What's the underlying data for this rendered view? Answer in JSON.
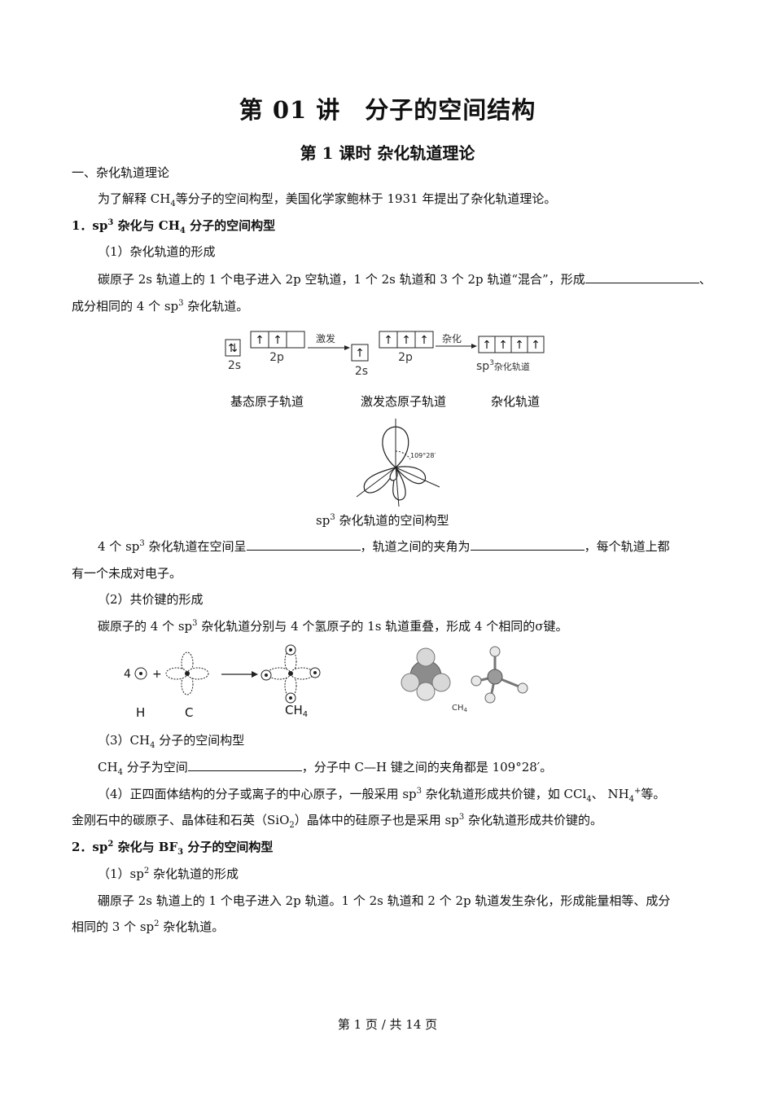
{
  "title": "第 01 讲　分子的空间结构",
  "subtitle": "第 1 课时  杂化轨道理论",
  "section1": "一、杂化轨道理论",
  "intro": {
    "a": "为了解释 CH",
    "b": "4",
    "c": "等分子的空间构型，美国化学家鲍林于 1931 年提出了杂化轨道理论。"
  },
  "h1": {
    "a": "1．sp",
    "b": "3",
    "c": " 杂化与 CH",
    "d": "4",
    "e": " 分子的空间构型"
  },
  "sub1": "（1）杂化轨道的形成",
  "p1": {
    "a": "碳原子 2s 轨道上的 1 个电子进入 2p 空轨道，1 个 2s 轨道和 3 个 2p 轨道“混合”，形成",
    "b": "、",
    "c": "成分相同的 4 个 sp",
    "d": "3",
    "e": " 杂化轨道。"
  },
  "orbital_diagram": {
    "arrow_up": "↑",
    "paired": "⇅",
    "label_2s": "2s",
    "label_2p": "2p",
    "label_sp3": "sp",
    "label_sp3_sup": "3",
    "label_sp3_suffix": "杂化轨道",
    "excite": "激发",
    "hybrid": "杂化",
    "captions": [
      "基态原子轨道",
      "激发态原子轨道",
      "杂化轨道"
    ]
  },
  "angle_label": "109°28′",
  "fig1_caption": {
    "a": "sp",
    "b": "3",
    "c": " 杂化轨道的空间构型"
  },
  "p2": {
    "a": "4 个 sp",
    "b": "3",
    "c": " 杂化轨道在空间呈",
    "d": "，轨道之间的夹角为",
    "e": "，每个轨道上都",
    "f": "有一个未成对电子。"
  },
  "sub2": "（2）共价键的形成",
  "p3": {
    "a": "碳原子的 4 个 sp",
    "b": "3",
    "c": " 杂化轨道分别与 4 个氢原子的 1s 轨道重叠，形成 4 个相同的σ键。"
  },
  "ch4_figure": {
    "coef": "4",
    "plus": "+",
    "h_label": "H",
    "c_label": "C",
    "product": "CH",
    "product_sub": "4",
    "model_label": "CH",
    "model_label_sub": "4"
  },
  "sub3": {
    "a": "（3）CH",
    "b": "4",
    "c": " 分子的空间构型"
  },
  "p4": {
    "a": "CH",
    "b": "4",
    "c": " 分子为空间",
    "d": "，分子中 C—H 键之间的夹角都是 109°28′。"
  },
  "p5": {
    "a": "（4）正四面体结构的分子或离子的中心原子，一般采用 sp",
    "b": "3",
    "c": " 杂化轨道形成共价键，如 CCl",
    "d": "4",
    "e": "、 NH",
    "f": "4",
    "g": "+",
    "h": "等。",
    "i": "金刚石中的碳原子、晶体硅和石英（SiO",
    "j": "2",
    "k": "）晶体中的硅原子也是采用 sp",
    "l": "3",
    "m": " 杂化轨道形成共价键的。"
  },
  "h2": {
    "a": "2．sp",
    "b": "2",
    "c": " 杂化与 BF",
    "d": "3",
    "e": " 分子的空间构型"
  },
  "sub4": {
    "a": "（1）sp",
    "b": "2",
    "c": " 杂化轨道的形成"
  },
  "p6": {
    "a": "硼原子 2s 轨道上的 1 个电子进入 2p 轨道。1 个 2s 轨道和 2 个 2p 轨道发生杂化，形成能量相等、成分",
    "b": "相同的 3 个 sp",
    "c": "2",
    "d": " 杂化轨道。"
  },
  "footer": "第  1  页  /  共  14  页"
}
